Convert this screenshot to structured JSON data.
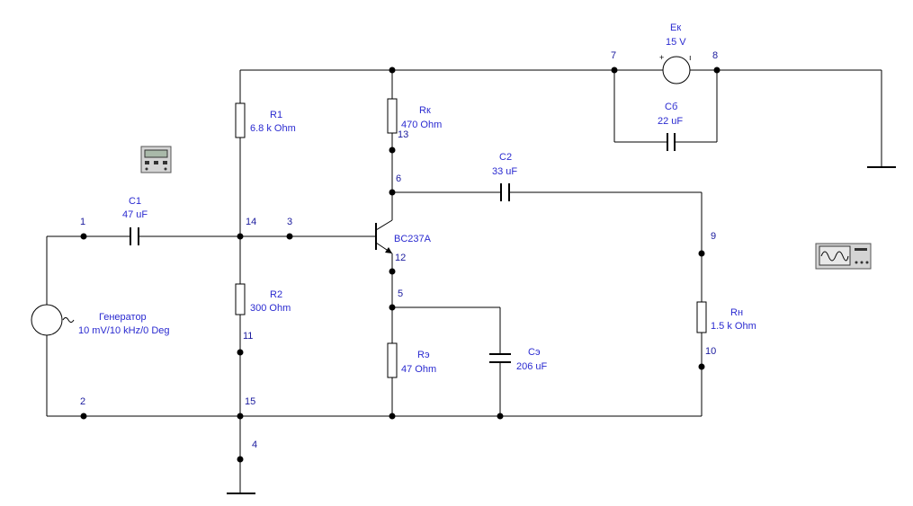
{
  "components": {
    "R1": {
      "name": "R1",
      "value": "6.8 k Ohm"
    },
    "R2": {
      "name": "R2",
      "value": "300  Ohm"
    },
    "Rk": {
      "name": "Rк",
      "value": "470  Ohm"
    },
    "Re": {
      "name": "Rэ",
      "value": "47  Ohm"
    },
    "Rn": {
      "name": "Rн",
      "value": "1.5 k Ohm"
    },
    "C1": {
      "name": "C1",
      "value": "47 uF"
    },
    "C2": {
      "name": "C2",
      "value": "33 uF"
    },
    "Cb": {
      "name": "Cб",
      "value": "22 uF"
    },
    "Ce": {
      "name": "Cэ",
      "value": "206 uF"
    },
    "Ek": {
      "name": "Eк",
      "value": "15 V"
    },
    "gen": {
      "name": "Генератор",
      "value": "10 mV/10 kHz/0 Deg"
    },
    "Q1": {
      "name": "BC237A"
    }
  },
  "nodes": {
    "n1": "1",
    "n2": "2",
    "n3": "3",
    "n4": "4",
    "n5": "5",
    "n6": "6",
    "n7": "7",
    "n8": "8",
    "n9": "9",
    "n10": "10",
    "n11": "11",
    "n12": "12",
    "n13": "13",
    "n14": "14",
    "n15": "15"
  },
  "instruments": {
    "multimeter": "multimeter-icon",
    "oscilloscope": "oscilloscope-icon"
  }
}
